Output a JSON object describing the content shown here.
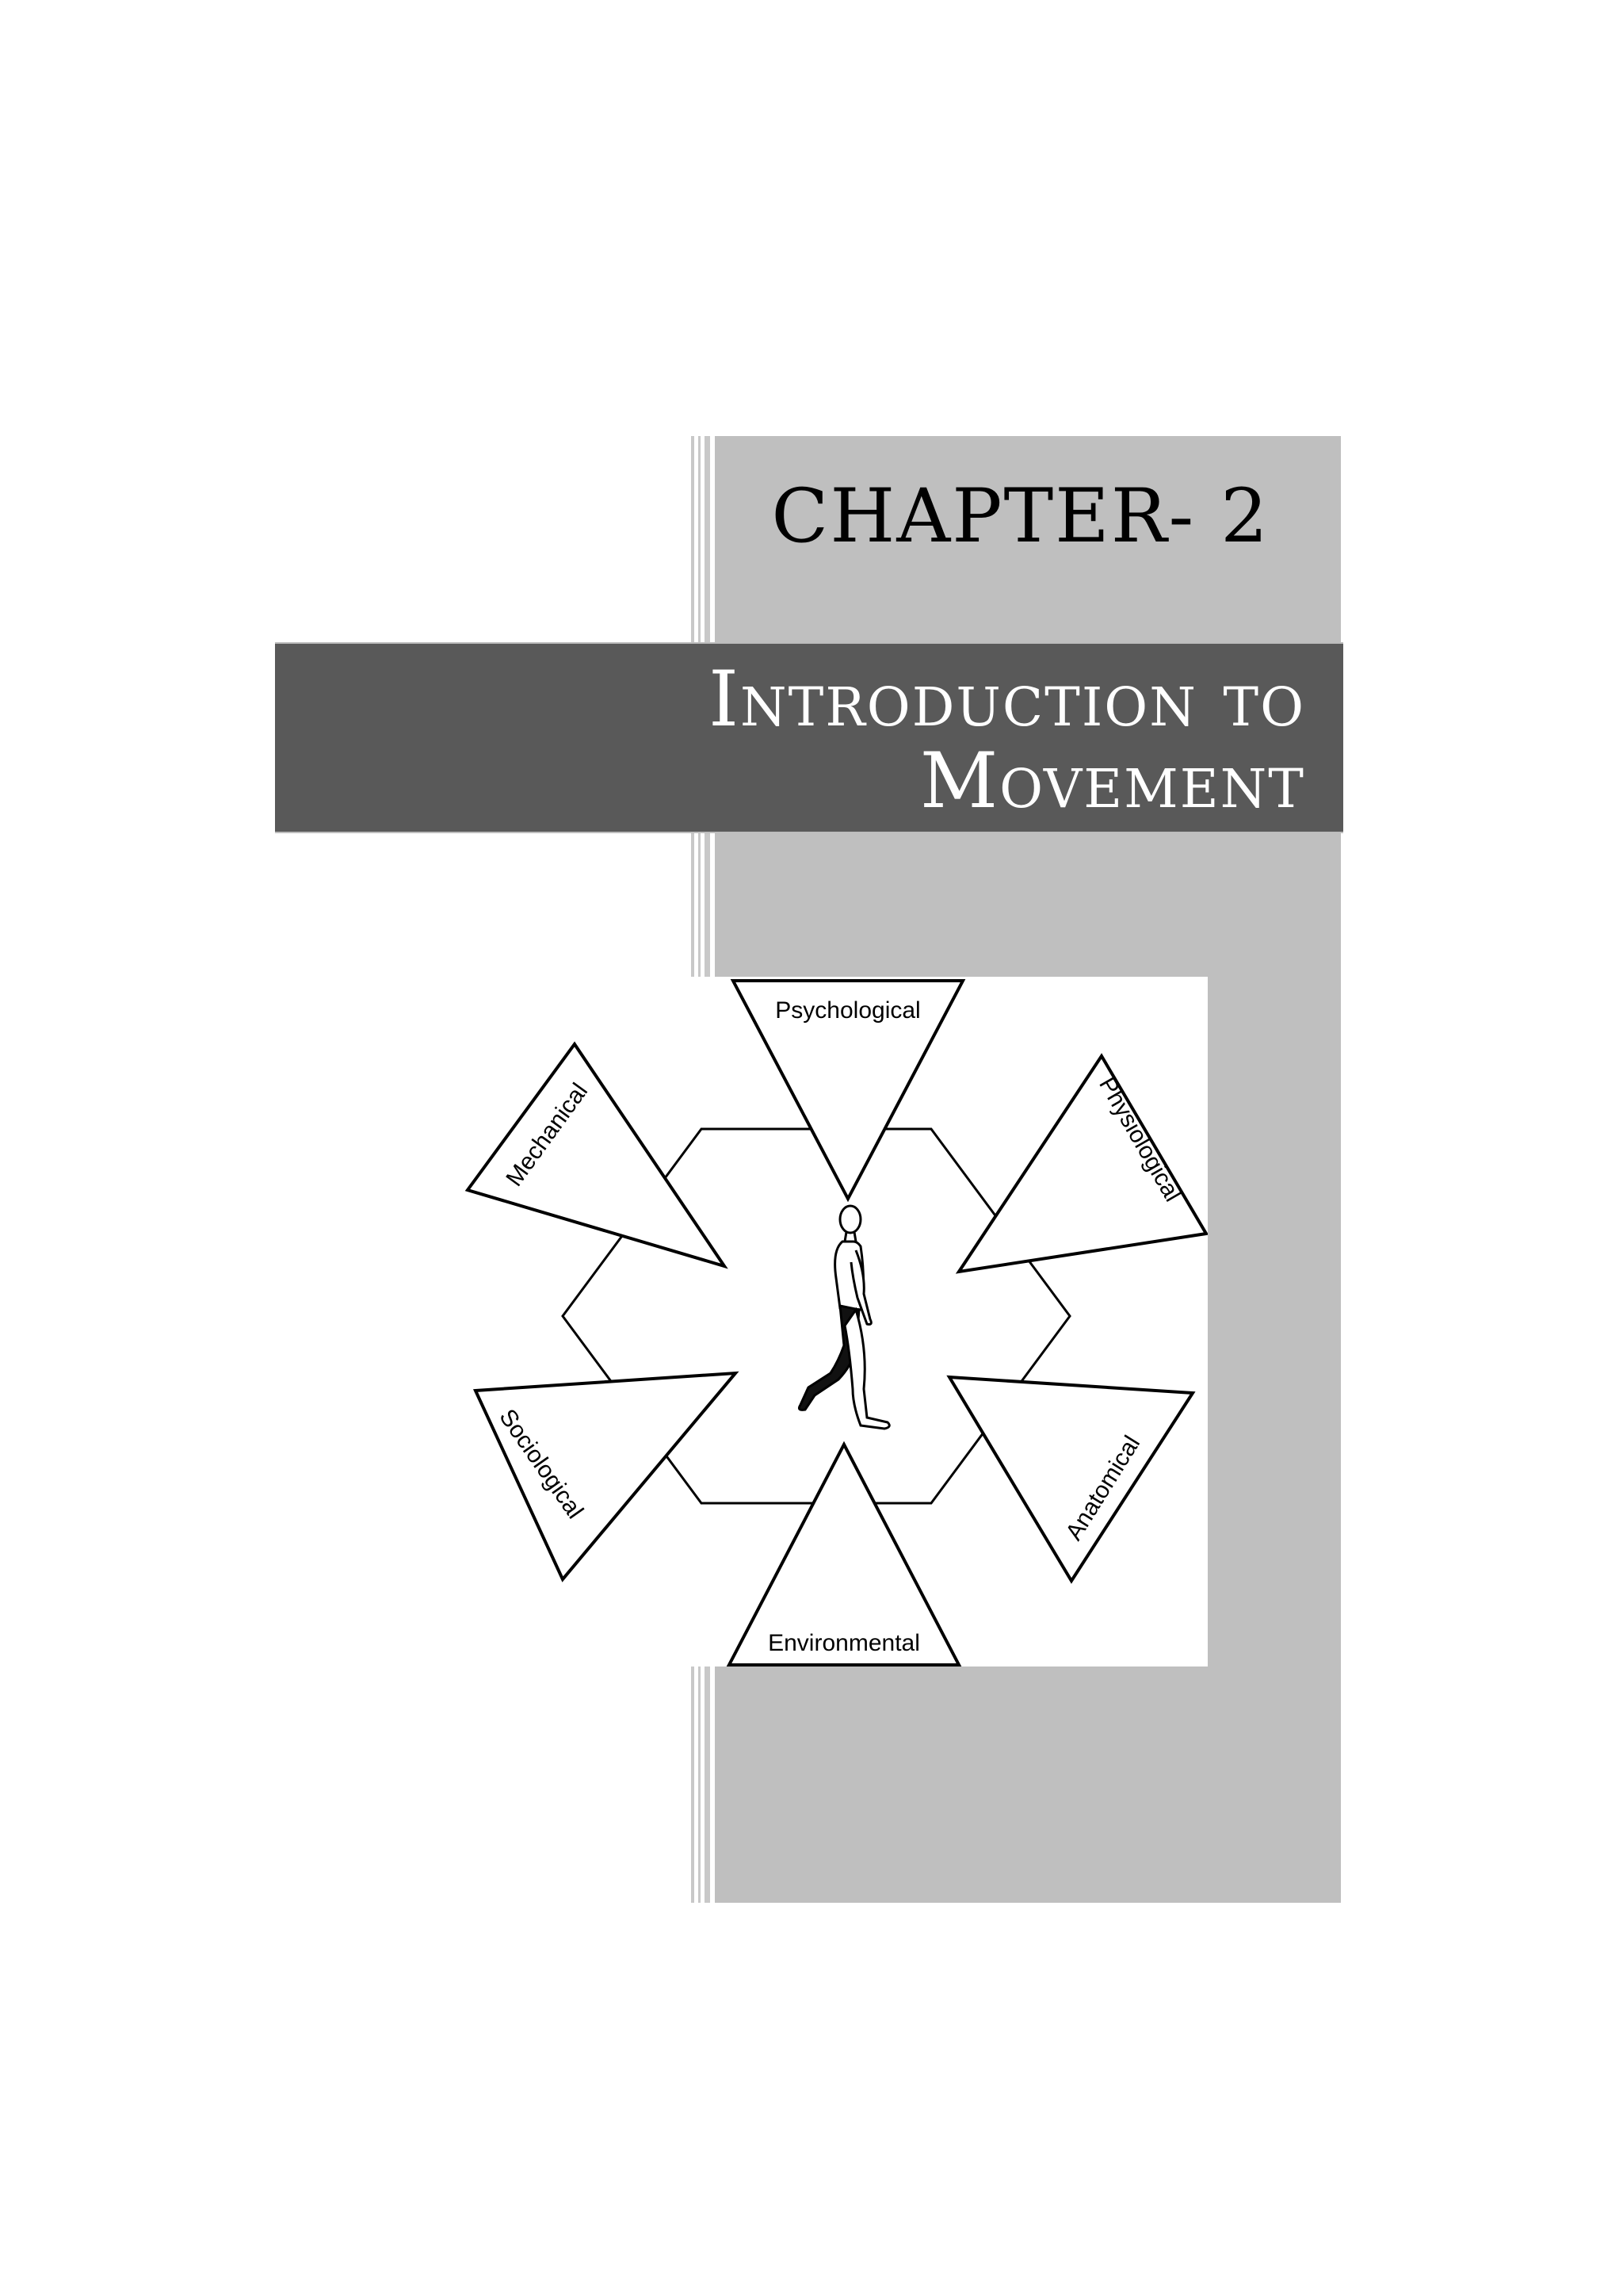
{
  "chapter": {
    "number_label": "CHAPTER- 2",
    "title_line1": "Introduction to",
    "title_line2": "Movement"
  },
  "figure": {
    "factors": {
      "top": "Psychological",
      "upper_right": "Physiological",
      "lower_right": "Anatomical",
      "bottom": "Environmental",
      "lower_left": "Sociological",
      "upper_left": "Mechanical"
    },
    "center_icon": "walking-person-icon"
  },
  "colors": {
    "panel_gray": "#bfbfbf",
    "band_dark_gray": "#595959",
    "title_text": "#ffffff",
    "heading_text": "#000000"
  }
}
